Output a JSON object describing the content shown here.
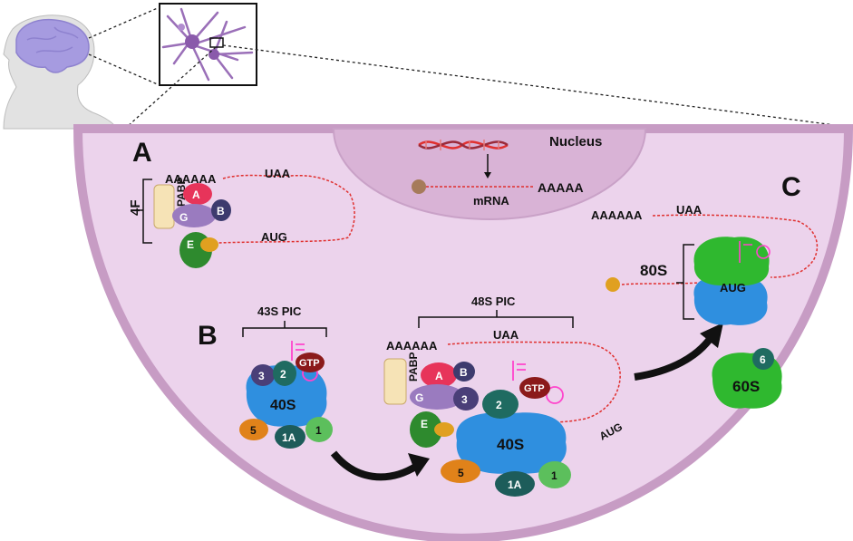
{
  "panels": {
    "a": "A",
    "b": "B",
    "c": "C"
  },
  "nucleus": {
    "label": "Nucleus",
    "mrna": "mRNA",
    "polya": "AAAAA"
  },
  "panel_a": {
    "bracket": "4F",
    "polya": "AAAAAA",
    "stop": "UAA",
    "start": "AUG",
    "pabp": "PABP",
    "factors": {
      "a": "A",
      "b": "B",
      "g": "G",
      "e": "E"
    }
  },
  "panel_b_43s": {
    "title": "43S PIC",
    "subunit": "40S",
    "gtp": "GTP",
    "factors": {
      "f3": "3",
      "f2": "2",
      "f5": "5",
      "f1a": "1A",
      "f1": "1"
    }
  },
  "panel_b_48s": {
    "title": "48S PIC",
    "polya": "AAAAAA",
    "stop": "UAA",
    "start": "AUG",
    "pabp": "PABP",
    "subunit": "40S",
    "gtp": "GTP",
    "factors": {
      "a": "A",
      "b": "B",
      "g": "G",
      "e": "E",
      "f3": "3",
      "f2": "2",
      "f5": "5",
      "f1a": "1A",
      "f1": "1"
    }
  },
  "panel_c": {
    "polya": "AAAAAA",
    "stop": "UAA",
    "start": "AUG",
    "ribosome": "80S",
    "large_subunit": "60S",
    "factor6": "6"
  },
  "colors": {
    "cell": "#ecd3ec",
    "cell_edge": "#c79cc4",
    "nucleus": "#d9b3d6",
    "mrna": "#e0302f",
    "pabp": "#f6e3b6",
    "eif4a": "#e7345a",
    "eif4b": "#3d3b6e",
    "eif4g": "#9a7bbf",
    "eif4e": "#2e8a2e",
    "cap": "#e0a020",
    "s40": "#2f8fdf",
    "s60": "#2fb82f",
    "eif2": "#1f6b61",
    "gtp": "#8b1a1a",
    "eif3": "#4a3f78",
    "eif5": "#e0821a",
    "eif1a": "#1d5c5a",
    "eif1": "#5cbf5c",
    "trna": "#ff44cc",
    "brain": "#a69be0"
  }
}
